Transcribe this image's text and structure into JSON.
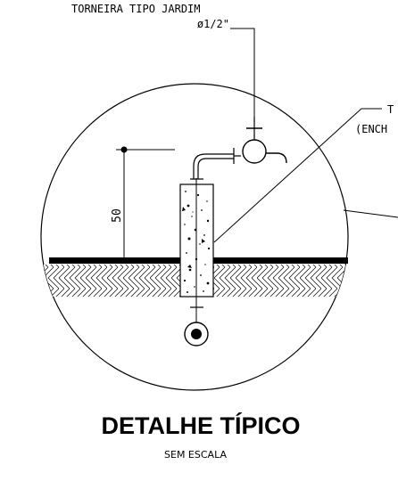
{
  "labels": {
    "faucet_name": "TORNEIRA TIPO JARDIM",
    "faucet_diameter": "ø1/2\"",
    "right_label_line1": "T",
    "right_label_line2": "(ENCH",
    "height_dimension": "50"
  },
  "title": {
    "main": "DETALHE TÍPICO",
    "subtitle": "SEM ESCALA"
  },
  "colors": {
    "ink": "#000000",
    "background": "#ffffff"
  }
}
